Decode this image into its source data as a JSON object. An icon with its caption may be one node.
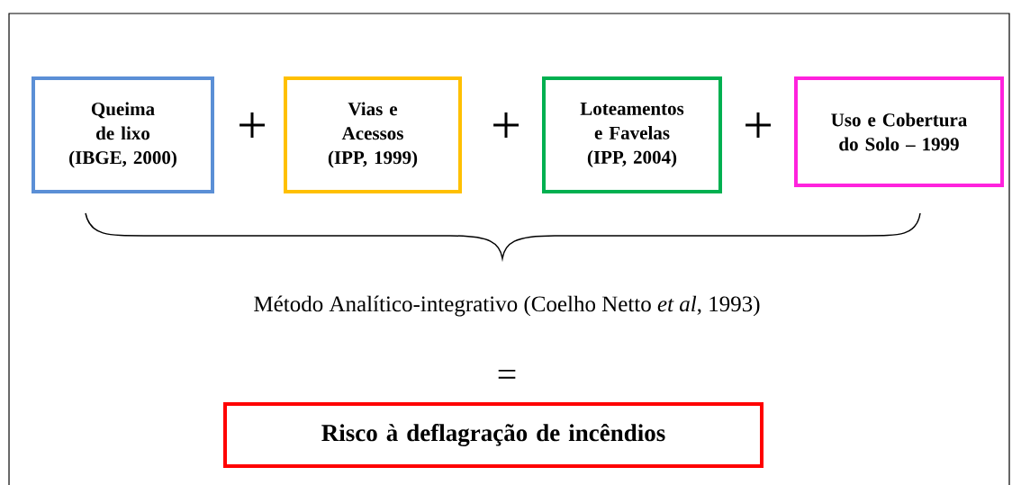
{
  "diagram": {
    "nodes": [
      {
        "text": [
          "Queima de lixo (IBGE, 2000)"
        ]
      },
      {
        "text": [
          "Vias e Acessos (IPP, 1999)"
        ]
      },
      {
        "text": [
          "Loteamentos e Favelas (IPP, 2004)"
        ]
      },
      {
        "text": [
          "Uso e Cobertura do Solo – 1999"
        ]
      },
      {
        "text": [
          "Risco à deflagração de incêndios"
        ]
      }
    ],
    "edges": [],
    "labels": [
      "+",
      "+",
      "+",
      "Método Analítico-integrativo (Coelho Netto *et al*, 1993)",
      "="
    ]
  }
}
